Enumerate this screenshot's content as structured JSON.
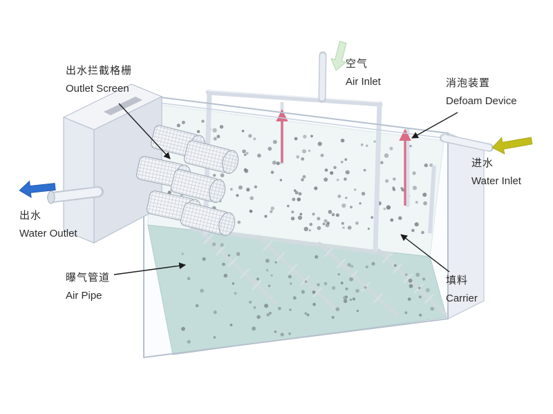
{
  "diagram": {
    "labels": {
      "outlet_screen": {
        "zh": "出水拦截格栅",
        "en": "Outlet Screen"
      },
      "air_inlet": {
        "zh": "空气",
        "en": "Air Inlet"
      },
      "defoam_device": {
        "zh": "消泡装置",
        "en": "Defoam Device"
      },
      "water_inlet": {
        "zh": "进水",
        "en": "Water Inlet"
      },
      "water_outlet": {
        "zh": "出水",
        "en": "Water Outlet"
      },
      "air_pipe": {
        "zh": "曝气管道",
        "en": "Air Pipe"
      },
      "carrier": {
        "zh": "填料",
        "en": "Carrier"
      }
    },
    "colors": {
      "water_outlet_arrow": "#2e6fd0",
      "water_inlet_arrow": "#c2bd1b",
      "air_inlet_arrow": "#d9ecd4",
      "defoam_arrow": "#d94f6e",
      "water_surface": "#f3f8f7",
      "tank_floor": "#bedad5",
      "tank_wall": "#e3e8f0",
      "carrier_dot": "#5f666e"
    }
  }
}
